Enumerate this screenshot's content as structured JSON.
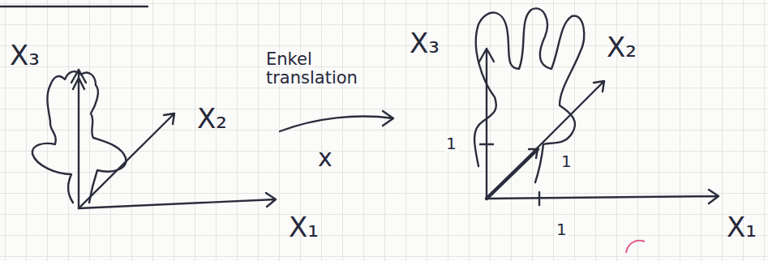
{
  "diagram": {
    "labels": [
      "X₃",
      "X₂",
      "X₁",
      "Enkel translation",
      "x",
      "X₃",
      "X₂",
      "1",
      "1",
      "1",
      "X₁"
    ]
  }
}
